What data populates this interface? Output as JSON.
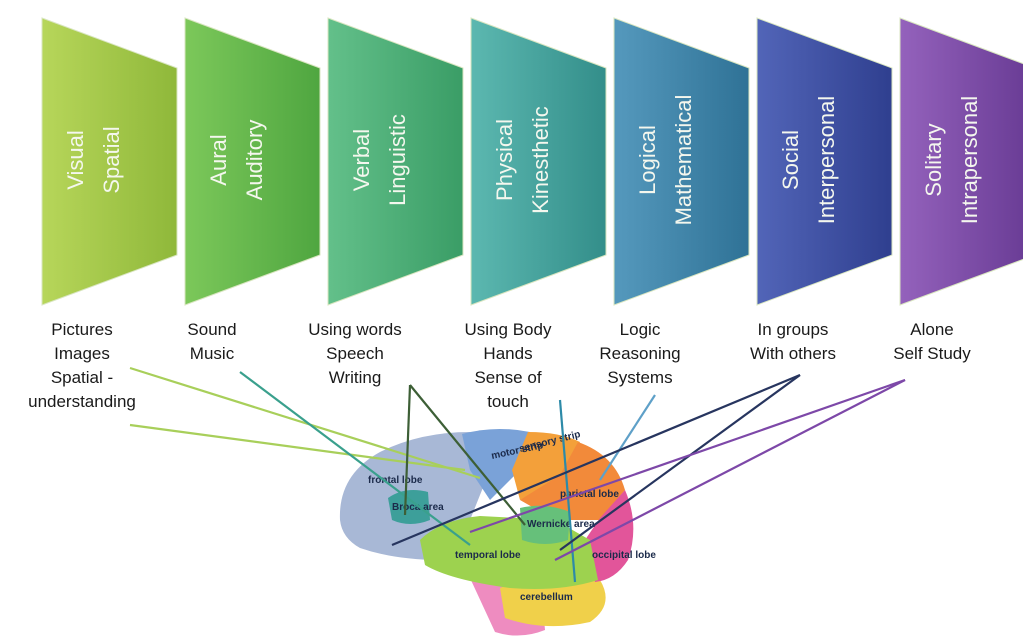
{
  "styles": [
    {
      "line1": "Visual",
      "line2": "Spatial",
      "color": "#9cc43f",
      "desc": [
        "Pictures",
        "Images",
        "Spatial -",
        "understanding"
      ]
    },
    {
      "line1": "Aural",
      "line2": "Auditory",
      "color": "#5fb54a",
      "desc": [
        "Sound",
        "Music"
      ]
    },
    {
      "line1": "Verbal",
      "line2": "Linguistic",
      "color": "#45ad73",
      "desc": [
        "Using words",
        "Speech",
        "Writing"
      ]
    },
    {
      "line1": "Physical",
      "line2": "Kinesthetic",
      "color": "#3e9f98",
      "desc": [
        "Using Body",
        "Hands",
        "Sense of",
        "touch"
      ]
    },
    {
      "line1": "Logical",
      "line2": "Mathematical",
      "color": "#3a84a5",
      "desc": [
        "Logic",
        "Reasoning",
        "Systems"
      ]
    },
    {
      "line1": "Social",
      "line2": "Interpersonal",
      "color": "#3a4fa0",
      "desc": [
        "In groups",
        "With others"
      ]
    },
    {
      "line1": "Solitary",
      "line2": "Intrapersonal",
      "color": "#7a45a3",
      "desc": [
        "Alone",
        "Self Study"
      ]
    }
  ],
  "brain": {
    "lobes": [
      "frontal lobe",
      "motor strip",
      "sensory strip",
      "parietal lobe",
      "Broca area",
      "Wernicke area",
      "temporal lobe",
      "occipital lobe",
      "cerebellum"
    ]
  }
}
